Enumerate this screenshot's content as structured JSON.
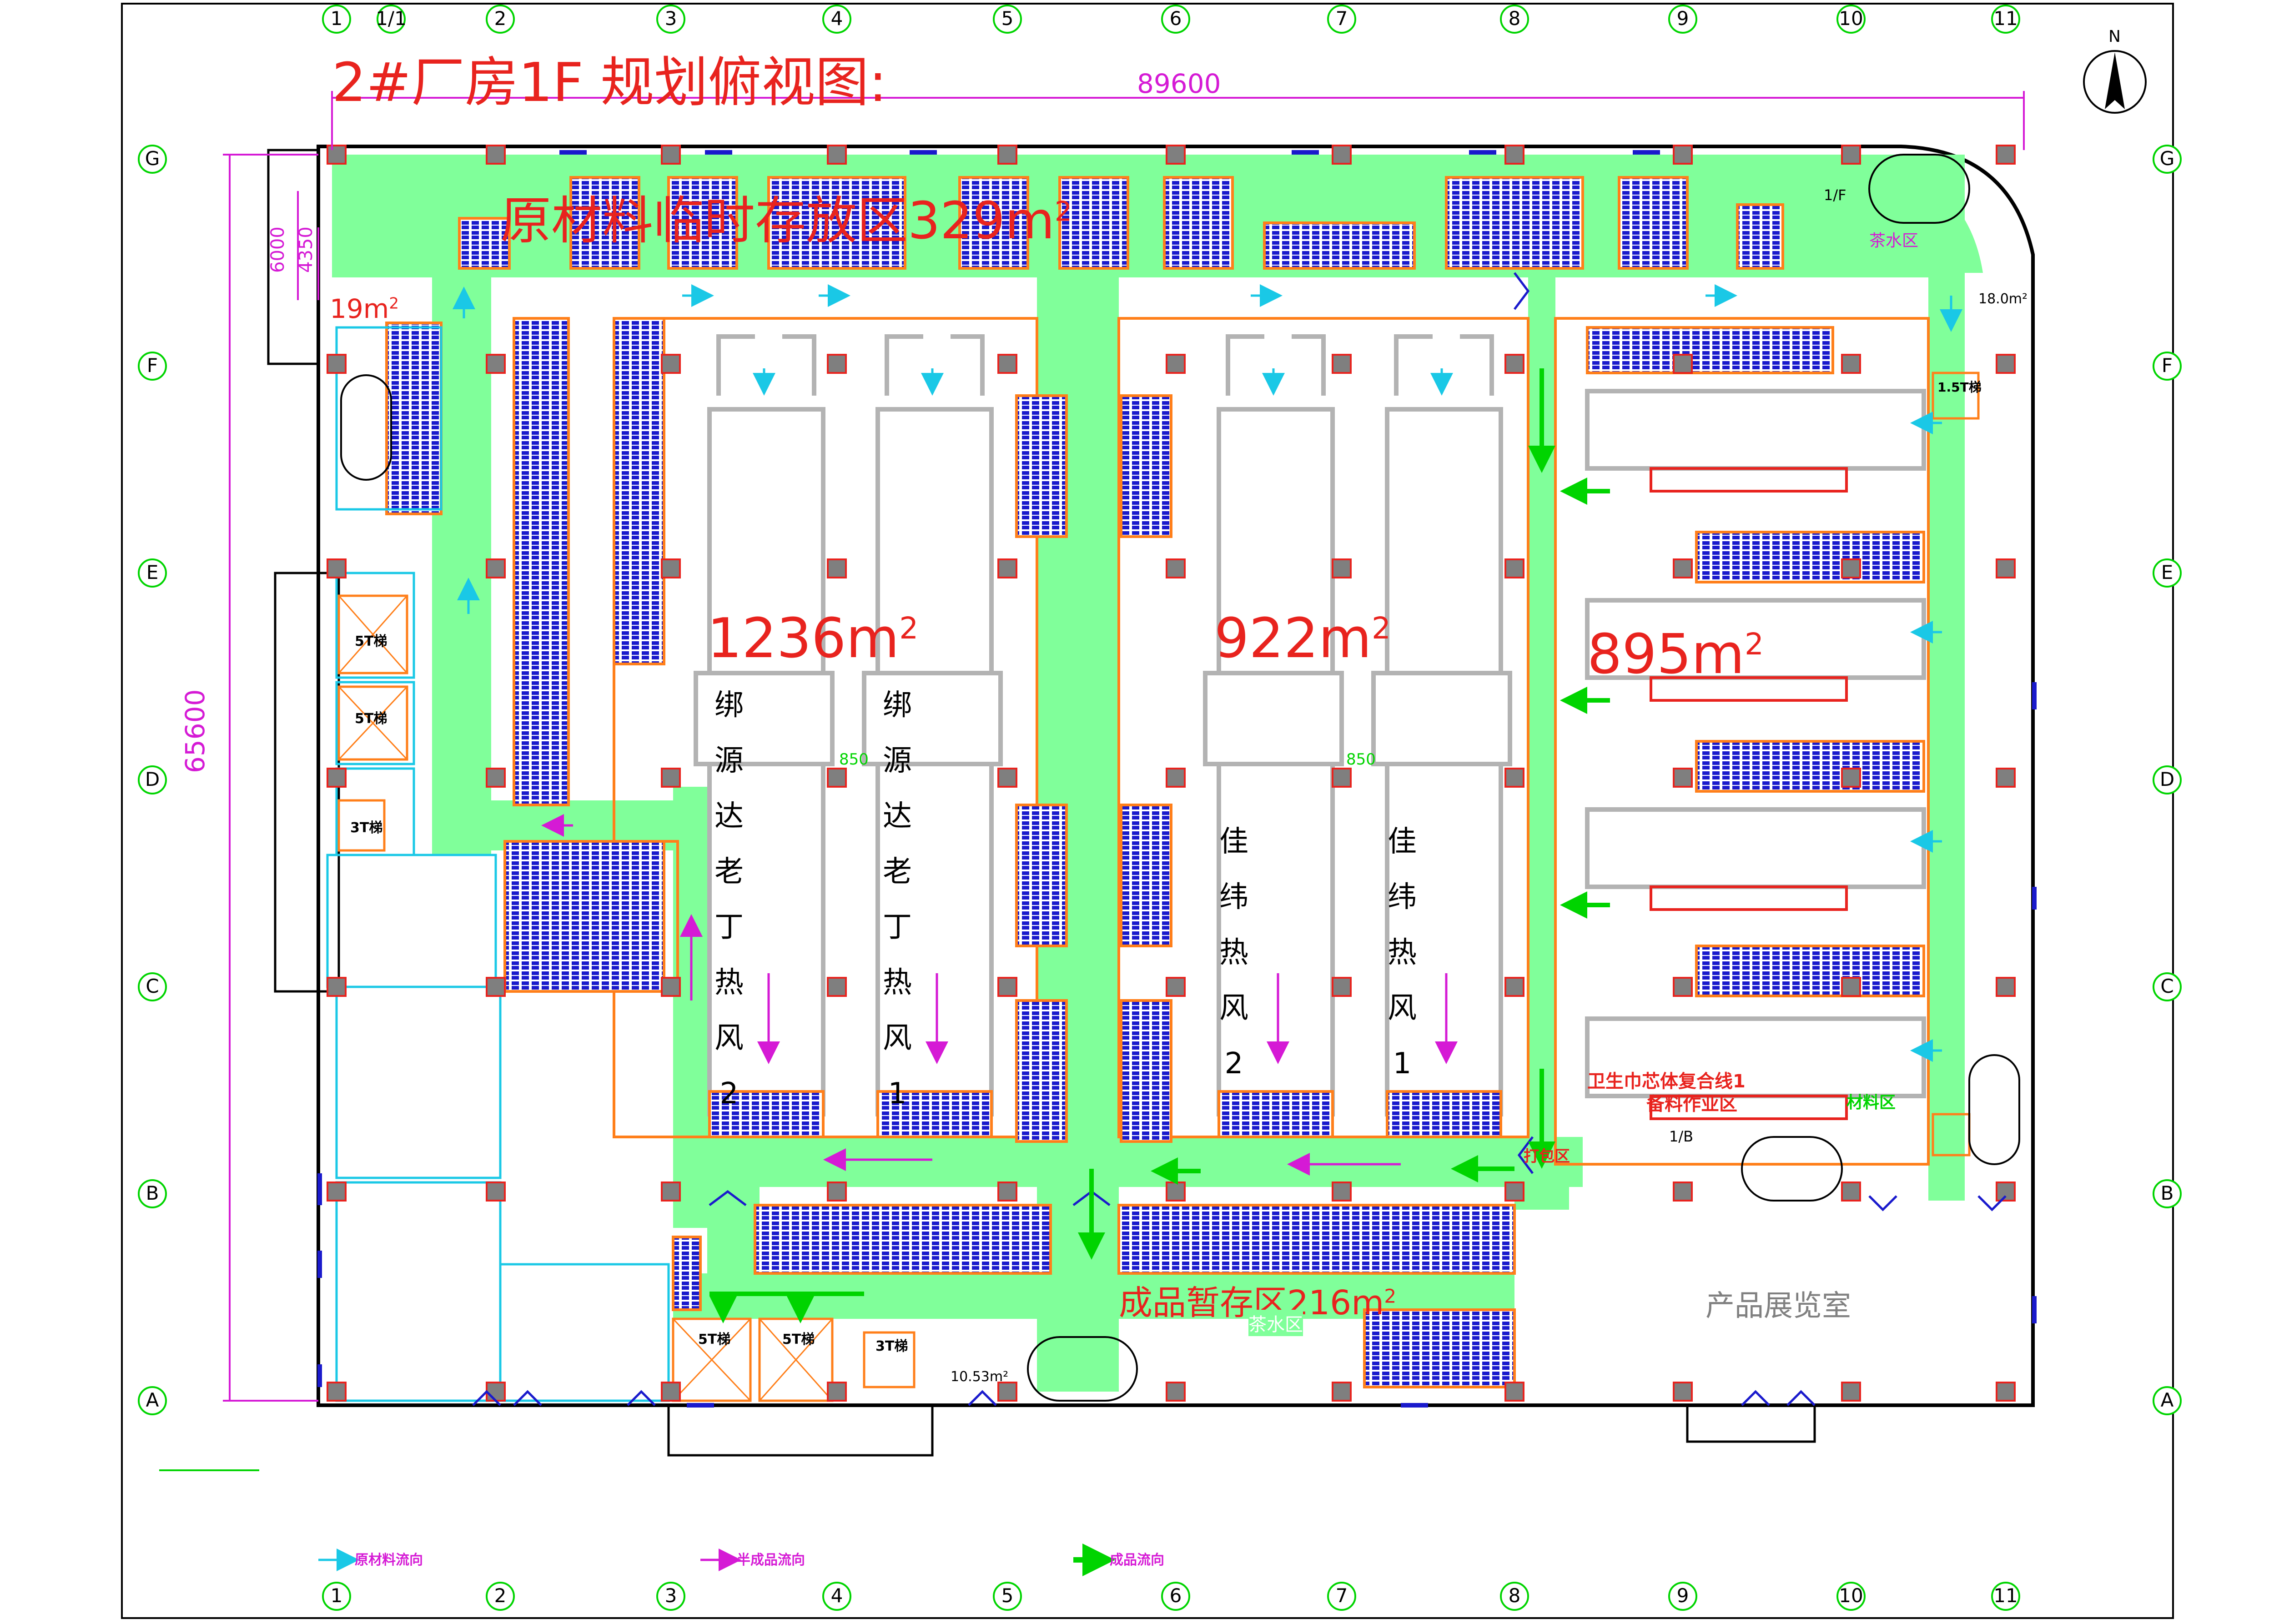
{
  "title": "2#厂房1F 规划俯视图:",
  "north_label": "N",
  "dimensions": {
    "width": "89600",
    "height": "65600",
    "d6000": "6000",
    "d4350": "4350"
  },
  "grid_columns": [
    "1",
    "1/1",
    "2",
    "3",
    "4",
    "5",
    "6",
    "7",
    "8",
    "9",
    "10",
    "11"
  ],
  "grid_columns_bottom": [
    "1",
    "2",
    "3",
    "4",
    "5",
    "6",
    "7",
    "8",
    "9",
    "10",
    "11"
  ],
  "grid_rows": [
    "G",
    "F",
    "E",
    "D",
    "C",
    "B",
    "A"
  ],
  "areas": {
    "raw_material": "原材料临时存放区329m",
    "a19": "19m",
    "a1236": "1236m",
    "a922": "922m",
    "a895": "895m",
    "finished": "成品暂存区216m",
    "sq": "2"
  },
  "machines": {
    "m1": "绑源达老丁热风2",
    "m2": "绑源达老丁热风1",
    "m3": "佳纬热风2",
    "m4": "佳纬热风1"
  },
  "labels": {
    "tea1": "茶水区",
    "tea2": "茶水区",
    "showroom": "产品展览室",
    "line": "卫生巾芯体复合线1",
    "prep": "备料作业区",
    "storage": "材料区",
    "pack": "打包区",
    "r1050": "850",
    "r2050": "850",
    "room18": "18.0m²",
    "room1053": "10.53m²",
    "f1": "1/F",
    "b1": "1/B",
    "s5t1": "5T梯",
    "s5t2": "5T梯",
    "s3t1": "3T梯",
    "s5t3": "5T梯",
    "s5t4": "5T梯",
    "s3t2": "3T梯",
    "s15t": "1.5T梯"
  },
  "legend": {
    "raw": "原材料流向",
    "semi": "半成品流向",
    "finished": "成品流向"
  },
  "colors": {
    "corridor": "#80ff9a",
    "outline": "#ff7f1a",
    "raw_flow": "#1ac8e6",
    "semi_flow": "#d51ad5",
    "finished_flow": "#00d400",
    "area_text": "#e8231e",
    "rack": "#1a1acc"
  }
}
